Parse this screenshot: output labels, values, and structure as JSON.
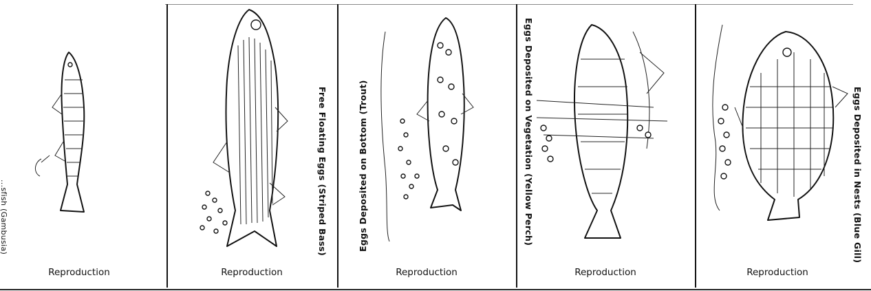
{
  "panels": [
    {
      "label": "Reproduction",
      "caption": "...sfish (Gambusia)"
    },
    {
      "label": "Reproduction",
      "caption": "Free Floating Eggs (Striped Bass)"
    },
    {
      "label": "Reproduction",
      "caption": "Eggs Deposited on Bottom (Trout)"
    },
    {
      "label": "Reproduction",
      "caption": "Eggs Deposited on Vegetation (Yellow Perch)"
    },
    {
      "label": "Reproduction",
      "caption": "Eggs Deposited in Nests (Blue Gill)"
    }
  ]
}
